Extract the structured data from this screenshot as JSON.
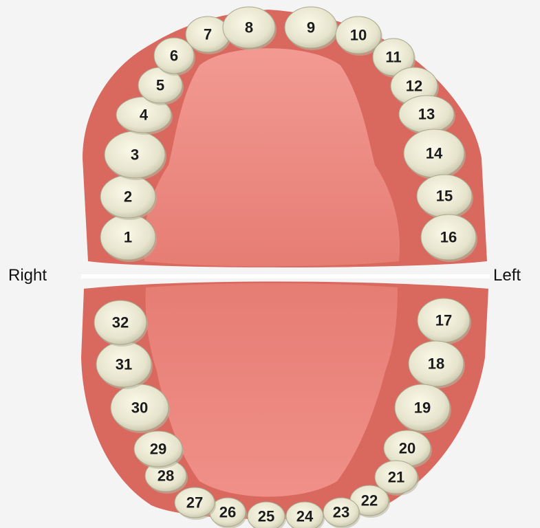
{
  "labels": {
    "right": "Right",
    "left": "Left"
  },
  "colors": {
    "background": "#f4f4f4",
    "gum": "#d9685f",
    "gum_dark": "#c2544c",
    "palate": "#ee8a82",
    "tooth": "#ecebd6",
    "tooth_shadow": "#b8b69c",
    "divider": "#ffffff",
    "number_text": "#1c1c1c"
  },
  "upper_arch": {
    "name": "maxillary-arch",
    "teeth": [
      {
        "number": "1",
        "type": "molar"
      },
      {
        "number": "2",
        "type": "molar"
      },
      {
        "number": "3",
        "type": "molar"
      },
      {
        "number": "4",
        "type": "premolar"
      },
      {
        "number": "5",
        "type": "premolar"
      },
      {
        "number": "6",
        "type": "canine"
      },
      {
        "number": "7",
        "type": "incisor"
      },
      {
        "number": "8",
        "type": "incisor"
      },
      {
        "number": "9",
        "type": "incisor"
      },
      {
        "number": "10",
        "type": "incisor"
      },
      {
        "number": "11",
        "type": "canine"
      },
      {
        "number": "12",
        "type": "premolar"
      },
      {
        "number": "13",
        "type": "premolar"
      },
      {
        "number": "14",
        "type": "molar"
      },
      {
        "number": "15",
        "type": "molar"
      },
      {
        "number": "16",
        "type": "molar"
      }
    ]
  },
  "lower_arch": {
    "name": "mandibular-arch",
    "teeth": [
      {
        "number": "17",
        "type": "molar"
      },
      {
        "number": "18",
        "type": "molar"
      },
      {
        "number": "19",
        "type": "molar"
      },
      {
        "number": "20",
        "type": "premolar"
      },
      {
        "number": "21",
        "type": "premolar"
      },
      {
        "number": "22",
        "type": "canine"
      },
      {
        "number": "23",
        "type": "incisor"
      },
      {
        "number": "24",
        "type": "incisor"
      },
      {
        "number": "25",
        "type": "incisor"
      },
      {
        "number": "26",
        "type": "incisor"
      },
      {
        "number": "27",
        "type": "canine"
      },
      {
        "number": "28",
        "type": "premolar"
      },
      {
        "number": "29",
        "type": "premolar"
      },
      {
        "number": "30",
        "type": "molar"
      },
      {
        "number": "31",
        "type": "molar"
      },
      {
        "number": "32",
        "type": "molar"
      }
    ]
  }
}
